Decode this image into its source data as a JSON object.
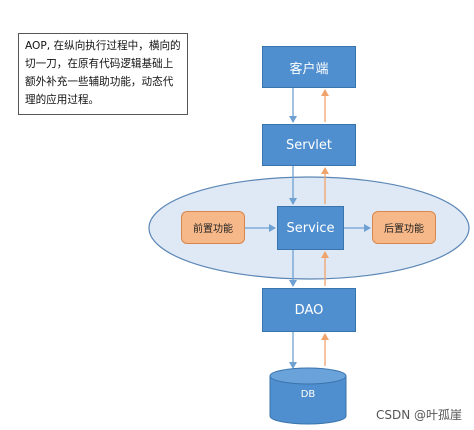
{
  "note": {
    "text": "AOP, 在纵向执行过程中，横向的切一刀，在原有代码逻辑基础上额外补充一些辅助功能，动态代理的应用过程。"
  },
  "layers": {
    "client": "客户端",
    "servlet": "Servlet",
    "service": "Service",
    "dao": "DAO",
    "db": "DB"
  },
  "advice": {
    "before": "前置功能",
    "after": "后置功能"
  },
  "watermark": "CSDN @叶孤崖",
  "colors": {
    "box": "#4f8fcf",
    "box_border": "#3a74ad",
    "ellipse_fill": "#dfe9f5",
    "ellipse_border": "#5b86b5",
    "request_arrow": "#6fa0d2",
    "response_arrow": "#f0a46c",
    "advice_fill": "#f6b889"
  }
}
